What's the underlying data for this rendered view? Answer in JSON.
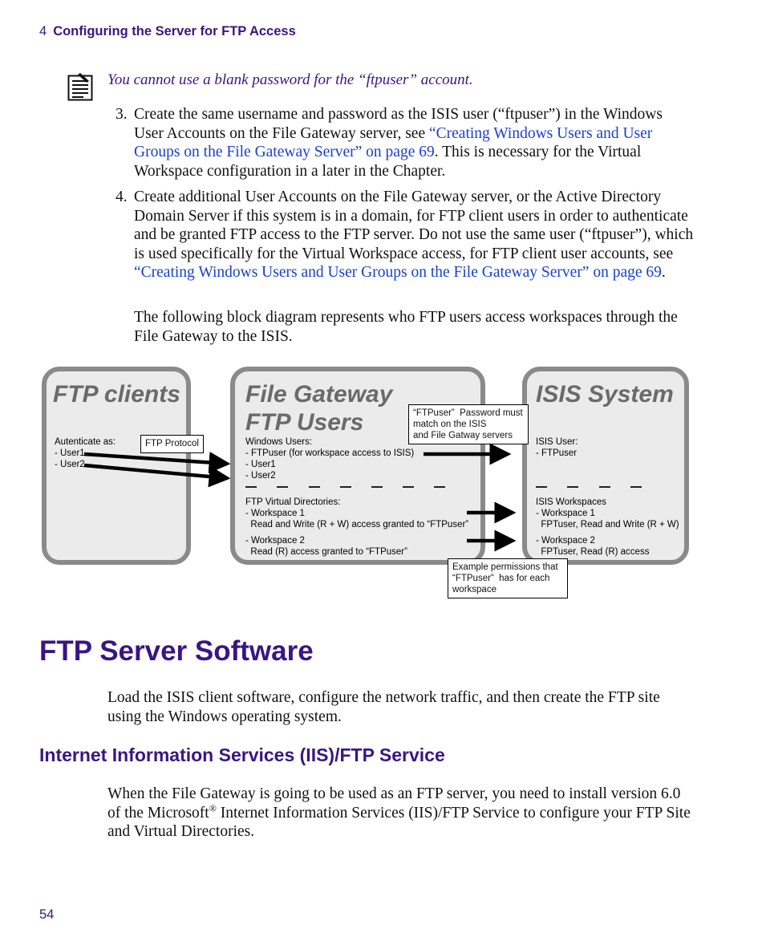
{
  "header": {
    "chapter_num": "4",
    "chapter_title": "Configuring the Server for FTP Access"
  },
  "note": {
    "icon": "note-icon",
    "text": "You cannot use a blank password for the “ftpuser” account."
  },
  "steps": [
    {
      "num": "3.",
      "pre": "Create the same username and password as the ISIS user (“ftpuser”) in the Windows User Accounts on the File Gateway server, see ",
      "link": "“Creating Windows Users and User Groups on the File Gateway Server” on page 69",
      "post": ". This is necessary for the Virtual Workspace configuration in a later in the Chapter."
    },
    {
      "num": "4.",
      "pre": "Create additional User Accounts on the File Gateway server, or the Active Directory Domain Server if this system is in a domain, for FTP client users in order to authenticate and be granted FTP access to the FTP server. Do not use the same user (“ftpuser”), which is used specifically for the Virtual Workspace access, for FTP client user accounts, see ",
      "link": "“Creating Windows Users and User Groups on the File Gateway Server” on page 69",
      "post": "."
    }
  ],
  "diagram_intro": "The following block diagram represents who FTP users access workspaces through the File Gateway to the ISIS.",
  "diagram": {
    "clients": {
      "title": "FTP clients",
      "auth": "Autenticate as:\n- User1\n- User2"
    },
    "protocol_label": "FTP Protocol",
    "gateway": {
      "title_line1": "File Gateway",
      "title_line2": "FTP Users",
      "users": "Windows Users:\n- FTPuser (for workspace access to ISIS)\n- User1\n- User2",
      "dirs": "FTP Virtual Directories:\n- Workspace 1\n  Read and Write (R + W) access granted to “FTPuser”",
      "dirs2": "- Workspace 2\n  Read (R) access granted to “FTPuser”"
    },
    "password_callout": "“FTPuser”  Password must\nmatch on the ISIS\nand File Gatway servers",
    "isis": {
      "title": "ISIS System",
      "user": "ISIS User:\n- FTPuser",
      "workspaces": "ISIS Workspaces\n- Workspace 1\n  FPTuser, Read and Write (R + W)",
      "workspaces2": "- Workspace 2\n  FPTuser, Read (R) access"
    },
    "permissions_callout": "Example permissions that\n“FTPuser”  has for each\nworkspace"
  },
  "section1": {
    "title": "FTP Server Software",
    "body": "Load the ISIS client software, configure the network traffic, and then create the FTP site using the Windows operating system."
  },
  "section2": {
    "title": "Internet Information Services (IIS)/FTP Service",
    "body_pre": "When the File Gateway is going to be used as an FTP server, you need to install version 6.0 of the Microsoft",
    "reg_mark": "®",
    "body_post": " Internet Information Services (IIS)/FTP Service to configure your FTP Site and Virtual Directories."
  },
  "page_number": "54"
}
